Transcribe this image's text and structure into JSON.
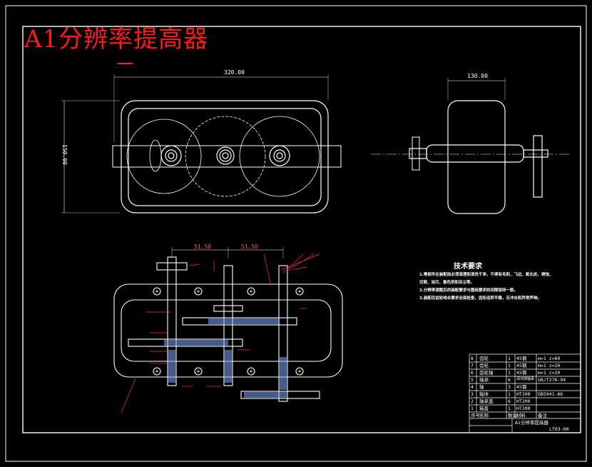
{
  "watermark": "A1分辨率提高器",
  "dimensions": {
    "top_width": "320.00",
    "top_height": "150.00",
    "side_width": "130.00",
    "front_center_1": "51.50",
    "front_center_2": "51.50"
  },
  "tech_requirements": {
    "title": "技术要求",
    "notes": [
      "1.零部件在装配前必须清理和清洗干净，不得有毛刺、飞边、氧化皮、锈蚀、切屑、油污、着色剂和灰尘等。",
      "2.分辨率调整后的装配要求与图纸要求的间隙保持一致。",
      "3.装配后齿轮啮合要求全面检查，齿轮运转平稳，无冲击和异常声响。"
    ]
  },
  "parts_table": {
    "rows": [
      [
        "8",
        "齿轮",
        "1",
        "45钢",
        "m=1 z=60"
      ],
      [
        "7",
        "齿轮",
        "1",
        "45钢",
        "m=1 z=20"
      ],
      [
        "6",
        "齿轮轴",
        "1",
        "45钢",
        "m=1 z=20"
      ],
      [
        "5",
        "轴承",
        "6",
        "深沟球轴承",
        "GB/T276-94"
      ],
      [
        "4",
        "轴",
        "3",
        "45钢",
        ""
      ],
      [
        "3",
        "箱体",
        "1",
        "HT200",
        "GB5941-86"
      ],
      [
        "2",
        "轴承盖",
        "6",
        "HT200",
        ""
      ],
      [
        "1",
        "箱盖",
        "1",
        "HT200",
        ""
      ]
    ],
    "header": [
      "序号",
      "名称",
      "数量",
      "材料",
      "备注"
    ],
    "title_block": {
      "name": "A1分辨率提高器",
      "drawing_no": "LT03-00"
    }
  }
}
